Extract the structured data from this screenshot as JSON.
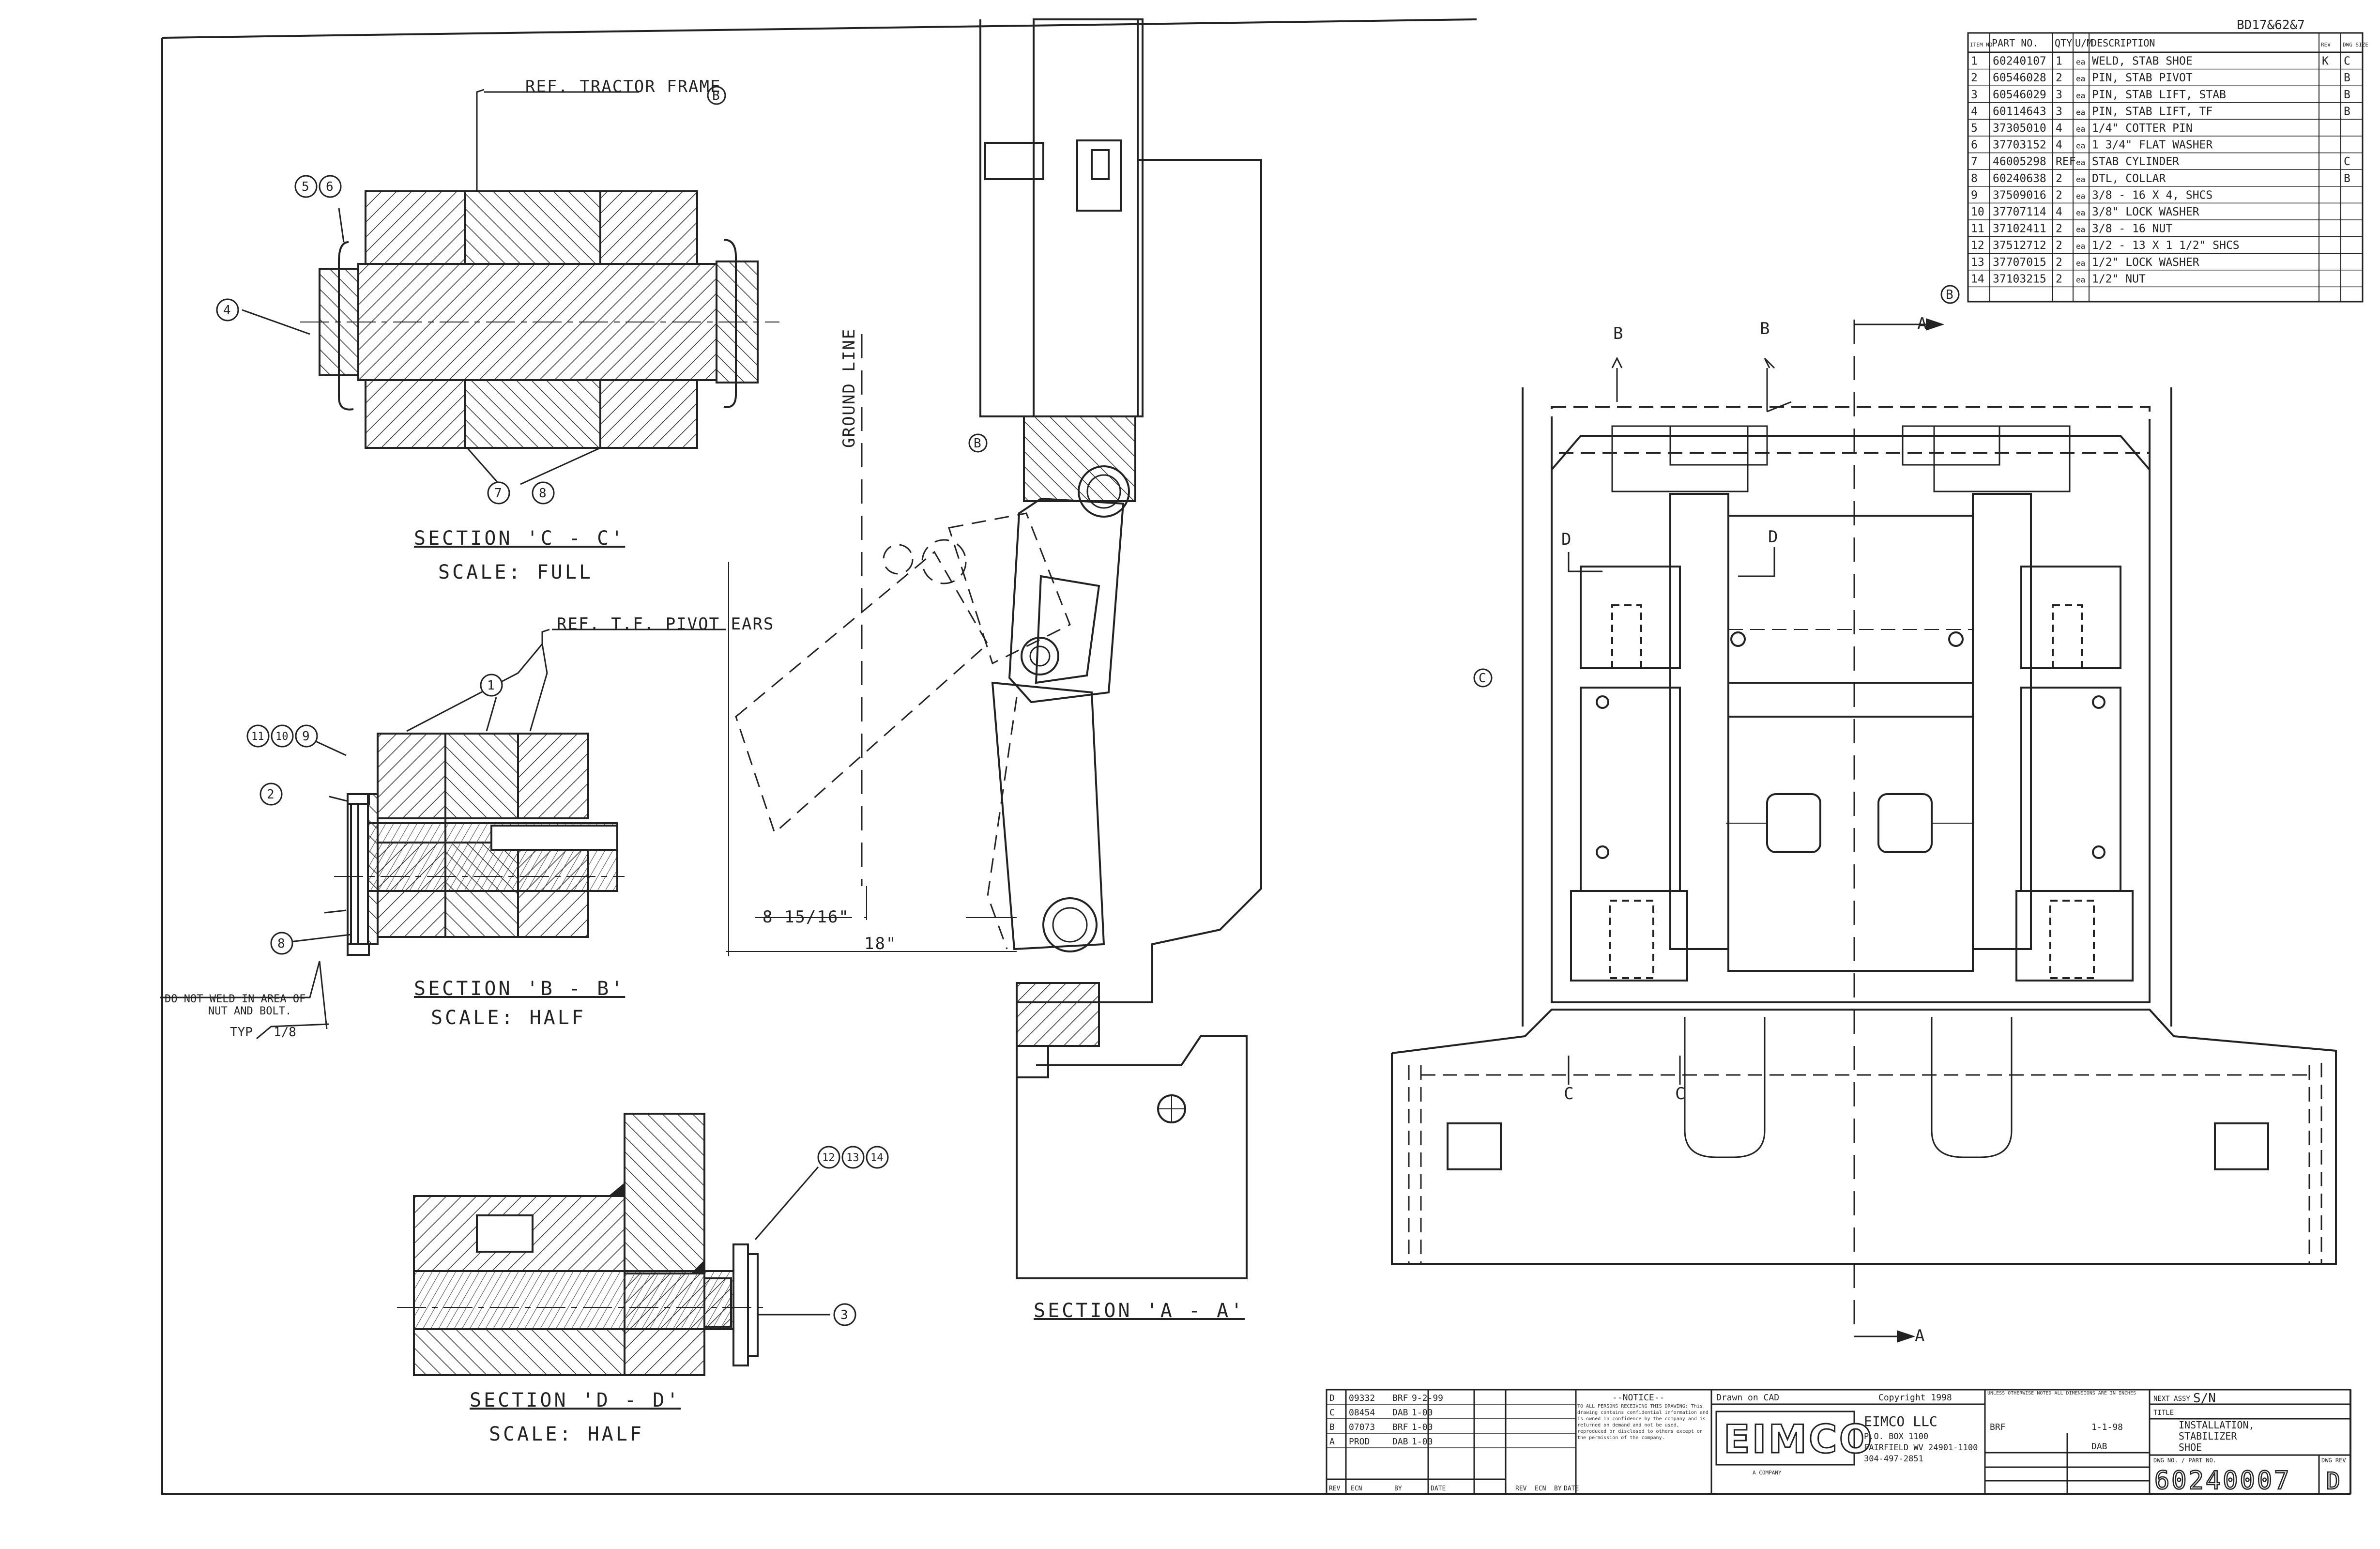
{
  "drawing": {
    "top_right_number": "BD17&62&7",
    "parts_list": {
      "headers": [
        "ITEM NO",
        "PART NO.",
        "QTY",
        "U/M",
        "DESCRIPTION",
        "REV",
        "DWG SIZE"
      ],
      "rows": [
        [
          "1",
          "60240107",
          "1",
          "ea",
          "WELD, STAB SHOE",
          "K",
          "C"
        ],
        [
          "2",
          "60546028",
          "2",
          "ea",
          "PIN, STAB PIVOT",
          "",
          "B"
        ],
        [
          "3",
          "60546029",
          "3",
          "ea",
          "PIN, STAB LIFT, STAB",
          "",
          "B"
        ],
        [
          "4",
          "60114643",
          "3",
          "ea",
          "PIN, STAB LIFT, TF",
          "",
          "B"
        ],
        [
          "5",
          "37305010",
          "4",
          "ea",
          "1/4\" COTTER PIN",
          "",
          ""
        ],
        [
          "6",
          "37703152",
          "4",
          "ea",
          "1 3/4\" FLAT WASHER",
          "",
          ""
        ],
        [
          "7",
          "46005298",
          "REF",
          "ea",
          "STAB CYLINDER",
          "",
          "C"
        ],
        [
          "8",
          "60240638",
          "2",
          "ea",
          "DTL, COLLAR",
          "",
          "B"
        ],
        [
          "9",
          "37509016",
          "2",
          "ea",
          "3/8 - 16 X 4, SHCS",
          "",
          ""
        ],
        [
          "10",
          "37707114",
          "4",
          "ea",
          "3/8\" LOCK WASHER",
          "",
          ""
        ],
        [
          "11",
          "37102411",
          "2",
          "ea",
          "3/8 - 16 NUT",
          "",
          ""
        ],
        [
          "12",
          "37512712",
          "2",
          "ea",
          "1/2 - 13 X 1 1/2\" SHCS",
          "",
          ""
        ],
        [
          "13",
          "37707015",
          "2",
          "ea",
          "1/2\" LOCK WASHER",
          "",
          ""
        ],
        [
          "14",
          "37103215",
          "2",
          "ea",
          "1/2\" NUT",
          "",
          ""
        ]
      ]
    },
    "labels": {
      "ref_tractor_frame": "REF. TRACTOR FRAME",
      "ref_tf_pivot_ears": "REF. T.F. PIVOT EARS",
      "ground_line": "GROUND LINE",
      "dim_8_15_16": "8 15/16\"",
      "dim_18": "18\"",
      "no_weld_line1": "DO NOT WELD IN AREA OF",
      "no_weld_line2": "NUT AND BOLT.",
      "typ": "TYP",
      "weld_size": "1/8",
      "sec_cc": "SECTION 'C - C'",
      "scale_full": "SCALE: FULL",
      "sec_bb": "SECTION 'B - B'",
      "scale_half_b": "SCALE: HALF",
      "sec_dd": "SECTION 'D - D'",
      "scale_half_d": "SCALE: HALF",
      "sec_aa": "SECTION 'A - A'"
    },
    "cut_letters": {
      "a": "A",
      "b": "B",
      "c": "C",
      "d": "D"
    },
    "zone_letters": {
      "b": "B",
      "c": "C"
    },
    "balloons": {
      "n1": "1",
      "n2": "2",
      "n3": "3",
      "n4": "4",
      "n5": "5",
      "n6": "6",
      "n7": "7",
      "n8": "8",
      "n9": "9",
      "n10": "10",
      "n11": "11",
      "n12": "12",
      "n13": "13",
      "n14": "14"
    },
    "title_block": {
      "notice_title": "--NOTICE--",
      "notice_text": "TO ALL PERSONS RECEIVING THIS DRAWING: This drawing contains confidential information and is owned in confidence by the company and is returned on demand and not be used, reproduced or disclosed to others except on the permission of the company.",
      "drawn_on": "Drawn on CAD",
      "copyright": "Copyright 1998",
      "company_logo": "EIMCO",
      "company_sub": "A COMPANY",
      "company_name": "EIMCO LLC",
      "address1": "P.O. BOX 1100",
      "address2": "FAIRFIELD WV 24901-1100",
      "phone": "304-497-2851",
      "tolerance_note": "UNLESS OTHERWISE NOTED ALL DIMENSIONS ARE IN INCHES",
      "drawn_by": "BRF",
      "date": "1-1-98",
      "checked": "DAB",
      "next_assy_label": "NEXT ASSY",
      "sn_label": "S/N",
      "title_label": "TITLE",
      "title_line1": "INSTALLATION,",
      "title_line2": "STABILIZER",
      "title_line3": "SHOE",
      "dwg_no_label": "DWG NO. / PART NO.",
      "dwg_no": "60240007",
      "rev_label": "DWG REV",
      "rev": "D",
      "rev_rows": [
        {
          "rev": "D",
          "ecn": "09332",
          "by": "BRF",
          "date": "9-2-99"
        },
        {
          "rev": "C",
          "ecn": "08454",
          "by": "DAB",
          "date": "1-00"
        },
        {
          "rev": "B",
          "ecn": "07073",
          "by": "BRF",
          "date": "1-00"
        },
        {
          "rev": "A",
          "ecn": "PROD",
          "by": "DAB",
          "date": "1-00"
        }
      ],
      "rev_footer": [
        "REV",
        "ECN",
        "BY",
        "DATE",
        "REV",
        "ECN",
        "BY",
        "DATE"
      ]
    }
  }
}
